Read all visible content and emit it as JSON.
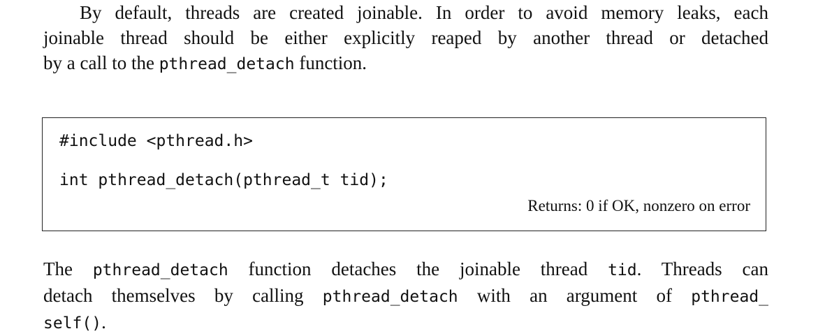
{
  "intro": {
    "line1": "By default, threads are created joinable. In order to avoid memory leaks, each",
    "line2": "joinable thread should be either explicitly reaped by another thread or detached",
    "line3_prefix": "by a call to the ",
    "line3_code": "pthread_detach",
    "line3_suffix": " function."
  },
  "synopsis": {
    "include_line": "#include <pthread.h>",
    "prototype_line": "int pthread_detach(pthread_t tid);",
    "returns": "Returns: 0 if OK, nonzero on error"
  },
  "description": {
    "l1_a": "The ",
    "l1_code1": "pthread_detach",
    "l1_b": " function detaches the joinable thread ",
    "l1_code2": "tid",
    "l1_c": ". Threads can",
    "l2_a": "detach themselves by calling ",
    "l2_code1": "pthread_detach",
    "l2_b": " with an argument of ",
    "l2_code2": "pthread_",
    "l3_code": "self()",
    "l3_c": "."
  }
}
